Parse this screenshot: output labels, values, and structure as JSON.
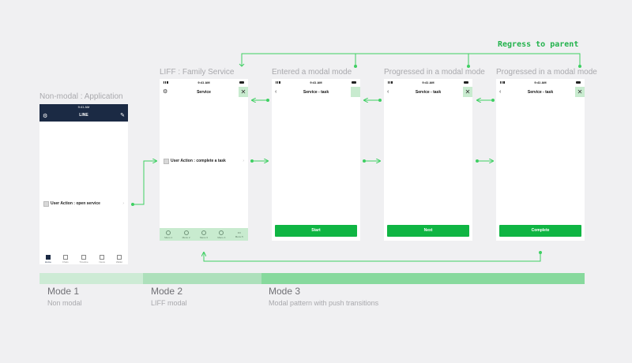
{
  "regress_label": "Regress to parent",
  "colors": {
    "accent": "#3ecf62",
    "green_btn": "#0fb543",
    "light_green": "#c8ebcf",
    "line_header": "#1b2a44"
  },
  "screens": [
    {
      "label": "Non-modal : Application",
      "time": "9:41 AM",
      "title": "LINE",
      "row_text": "User Action : open service",
      "tabs": [
        "Home",
        "Chats",
        "Timeline",
        "News",
        "Wallet"
      ]
    },
    {
      "label": "LIFF : Family Service",
      "time": "9:41 AM",
      "title": "Service",
      "row_text": "User Action : complete a task",
      "tabs": [
        "Menu 1",
        "Menu 2",
        "Menu 3",
        "Menu 4",
        "Menu 5"
      ]
    },
    {
      "label": "Entered a modal mode",
      "time": "9:41 AM",
      "title": "Service - task",
      "button": "Start"
    },
    {
      "label": "Progressed in a modal mode",
      "time": "9:41 AM",
      "title": "Service - task",
      "button": "Next"
    },
    {
      "label": "Progressed in a modal mode",
      "time": "9:41 AM",
      "title": "Service - task",
      "button": "Complete"
    }
  ],
  "modes": [
    {
      "title": "Mode 1",
      "subtitle": "Non modal",
      "color": "#cdebd5"
    },
    {
      "title": "Mode 2",
      "subtitle": "LIFF modal",
      "color": "#ade0bb"
    },
    {
      "title": "Mode 3",
      "subtitle": "Modal pattern with push transitions",
      "color": "#87d99d"
    }
  ]
}
